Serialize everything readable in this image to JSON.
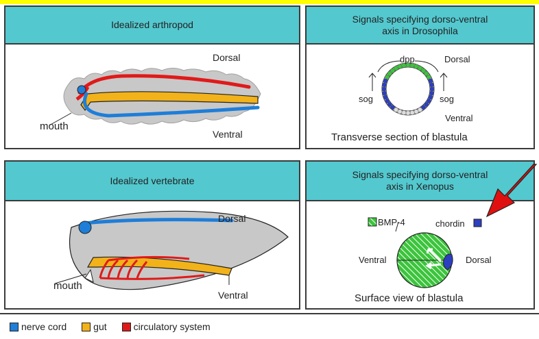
{
  "colors": {
    "header_bg": "#53c8cf",
    "highlight_bar": "#ffff00",
    "embryo_fill": "#c8c8c8",
    "nerve_cord": "#1e7ed8",
    "gut": "#f2b21a",
    "circulatory": "#e01a1a",
    "bmp4": "#3cc43c",
    "chordin": "#2c3fbf",
    "arrow": "#e01010"
  },
  "panels": {
    "arthropod": {
      "title": "Idealized arthropod",
      "dorsal": "Dorsal",
      "ventral": "Ventral",
      "mouth": "mouth"
    },
    "drosophila": {
      "title_line1": "Signals specifying dorso-ventral",
      "title_line2": "axis in Drosophila",
      "dpp": "dpp",
      "dorsal": "Dorsal",
      "sog_left": "sog",
      "sog_right": "sog",
      "ventral": "Ventral",
      "caption": "Transverse section of blastula"
    },
    "vertebrate": {
      "title": "Idealized vertebrate",
      "dorsal": "Dorsal",
      "ventral": "Ventral",
      "mouth": "mouth"
    },
    "xenopus": {
      "title_line1": "Signals specifying dorso-ventral",
      "title_line2": "axis in Xenopus",
      "bmp4": "BMP-4",
      "chordin": "chordin",
      "ventral": "Ventral",
      "dorsal": "Dorsal",
      "caption": "Surface view of blastula"
    }
  },
  "legend": {
    "items": [
      {
        "label": "nerve cord",
        "color": "#1e7ed8"
      },
      {
        "label": "gut",
        "color": "#f2b21a"
      },
      {
        "label": "circulatory system",
        "color": "#e01a1a"
      }
    ]
  }
}
